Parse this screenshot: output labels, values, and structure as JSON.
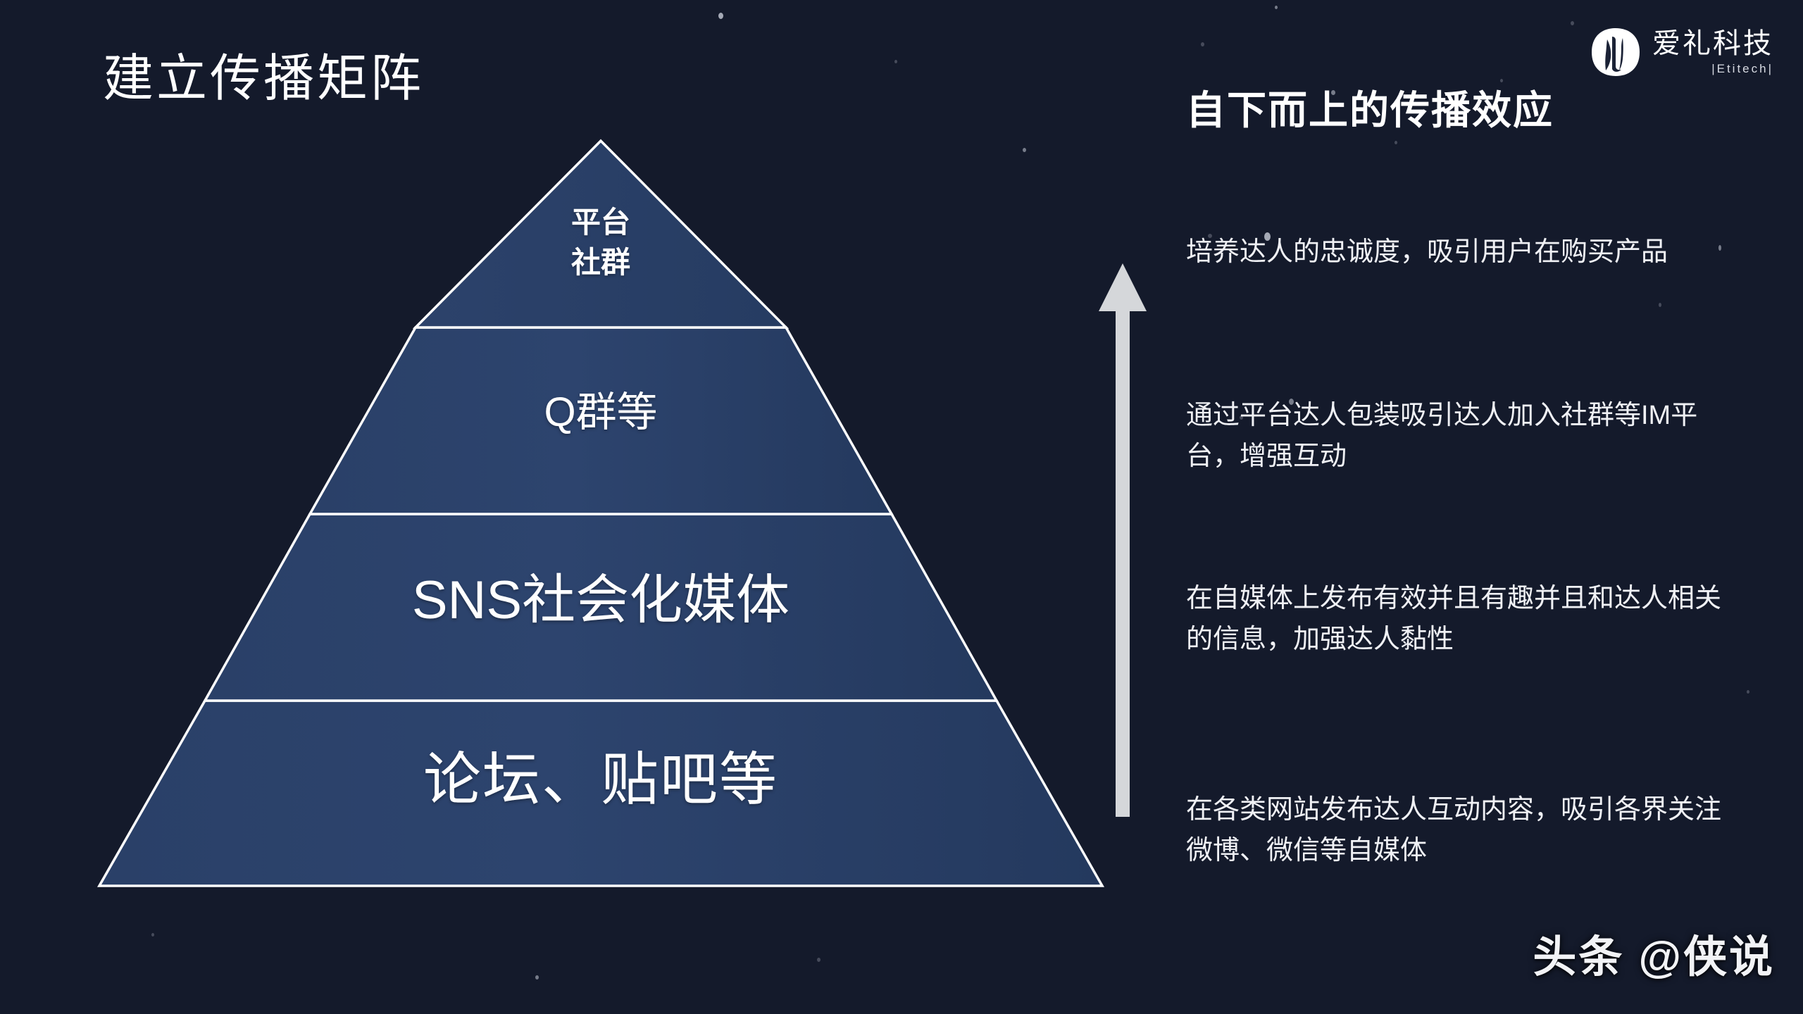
{
  "slide": {
    "title": "建立传播矩阵",
    "background_color": "#141a2b",
    "watermark": "头条 @侠说"
  },
  "logo": {
    "name_cn": "爱礼科技",
    "name_en": "|Etitech|",
    "mark_icon": "etitech-monogram-icon"
  },
  "pyramid": {
    "fill_color": "#2b4169",
    "edge_color": "#ffffff",
    "tiers": [
      {
        "label": "平台\n社群",
        "line1": "平台",
        "line2": "社群"
      },
      {
        "label": "Q群等"
      },
      {
        "label": "SNS社会化媒体"
      },
      {
        "label": "论坛、贴吧等"
      }
    ]
  },
  "arrow": {
    "direction": "up",
    "color": "#d5d7da",
    "icon": "arrow-up-icon"
  },
  "right": {
    "heading": "自下而上的传播效应",
    "notes": [
      "培养达人的忠诚度，吸引用户在购买产品",
      "通过平台达人包装吸引达人加入社群等IM平台，增强互动",
      "在自媒体上发布有效并且有趣并且和达人相关的信息，加强达人黏性",
      "在各类网站发布达人互动内容，吸引各界关注微博、微信等自媒体"
    ]
  }
}
